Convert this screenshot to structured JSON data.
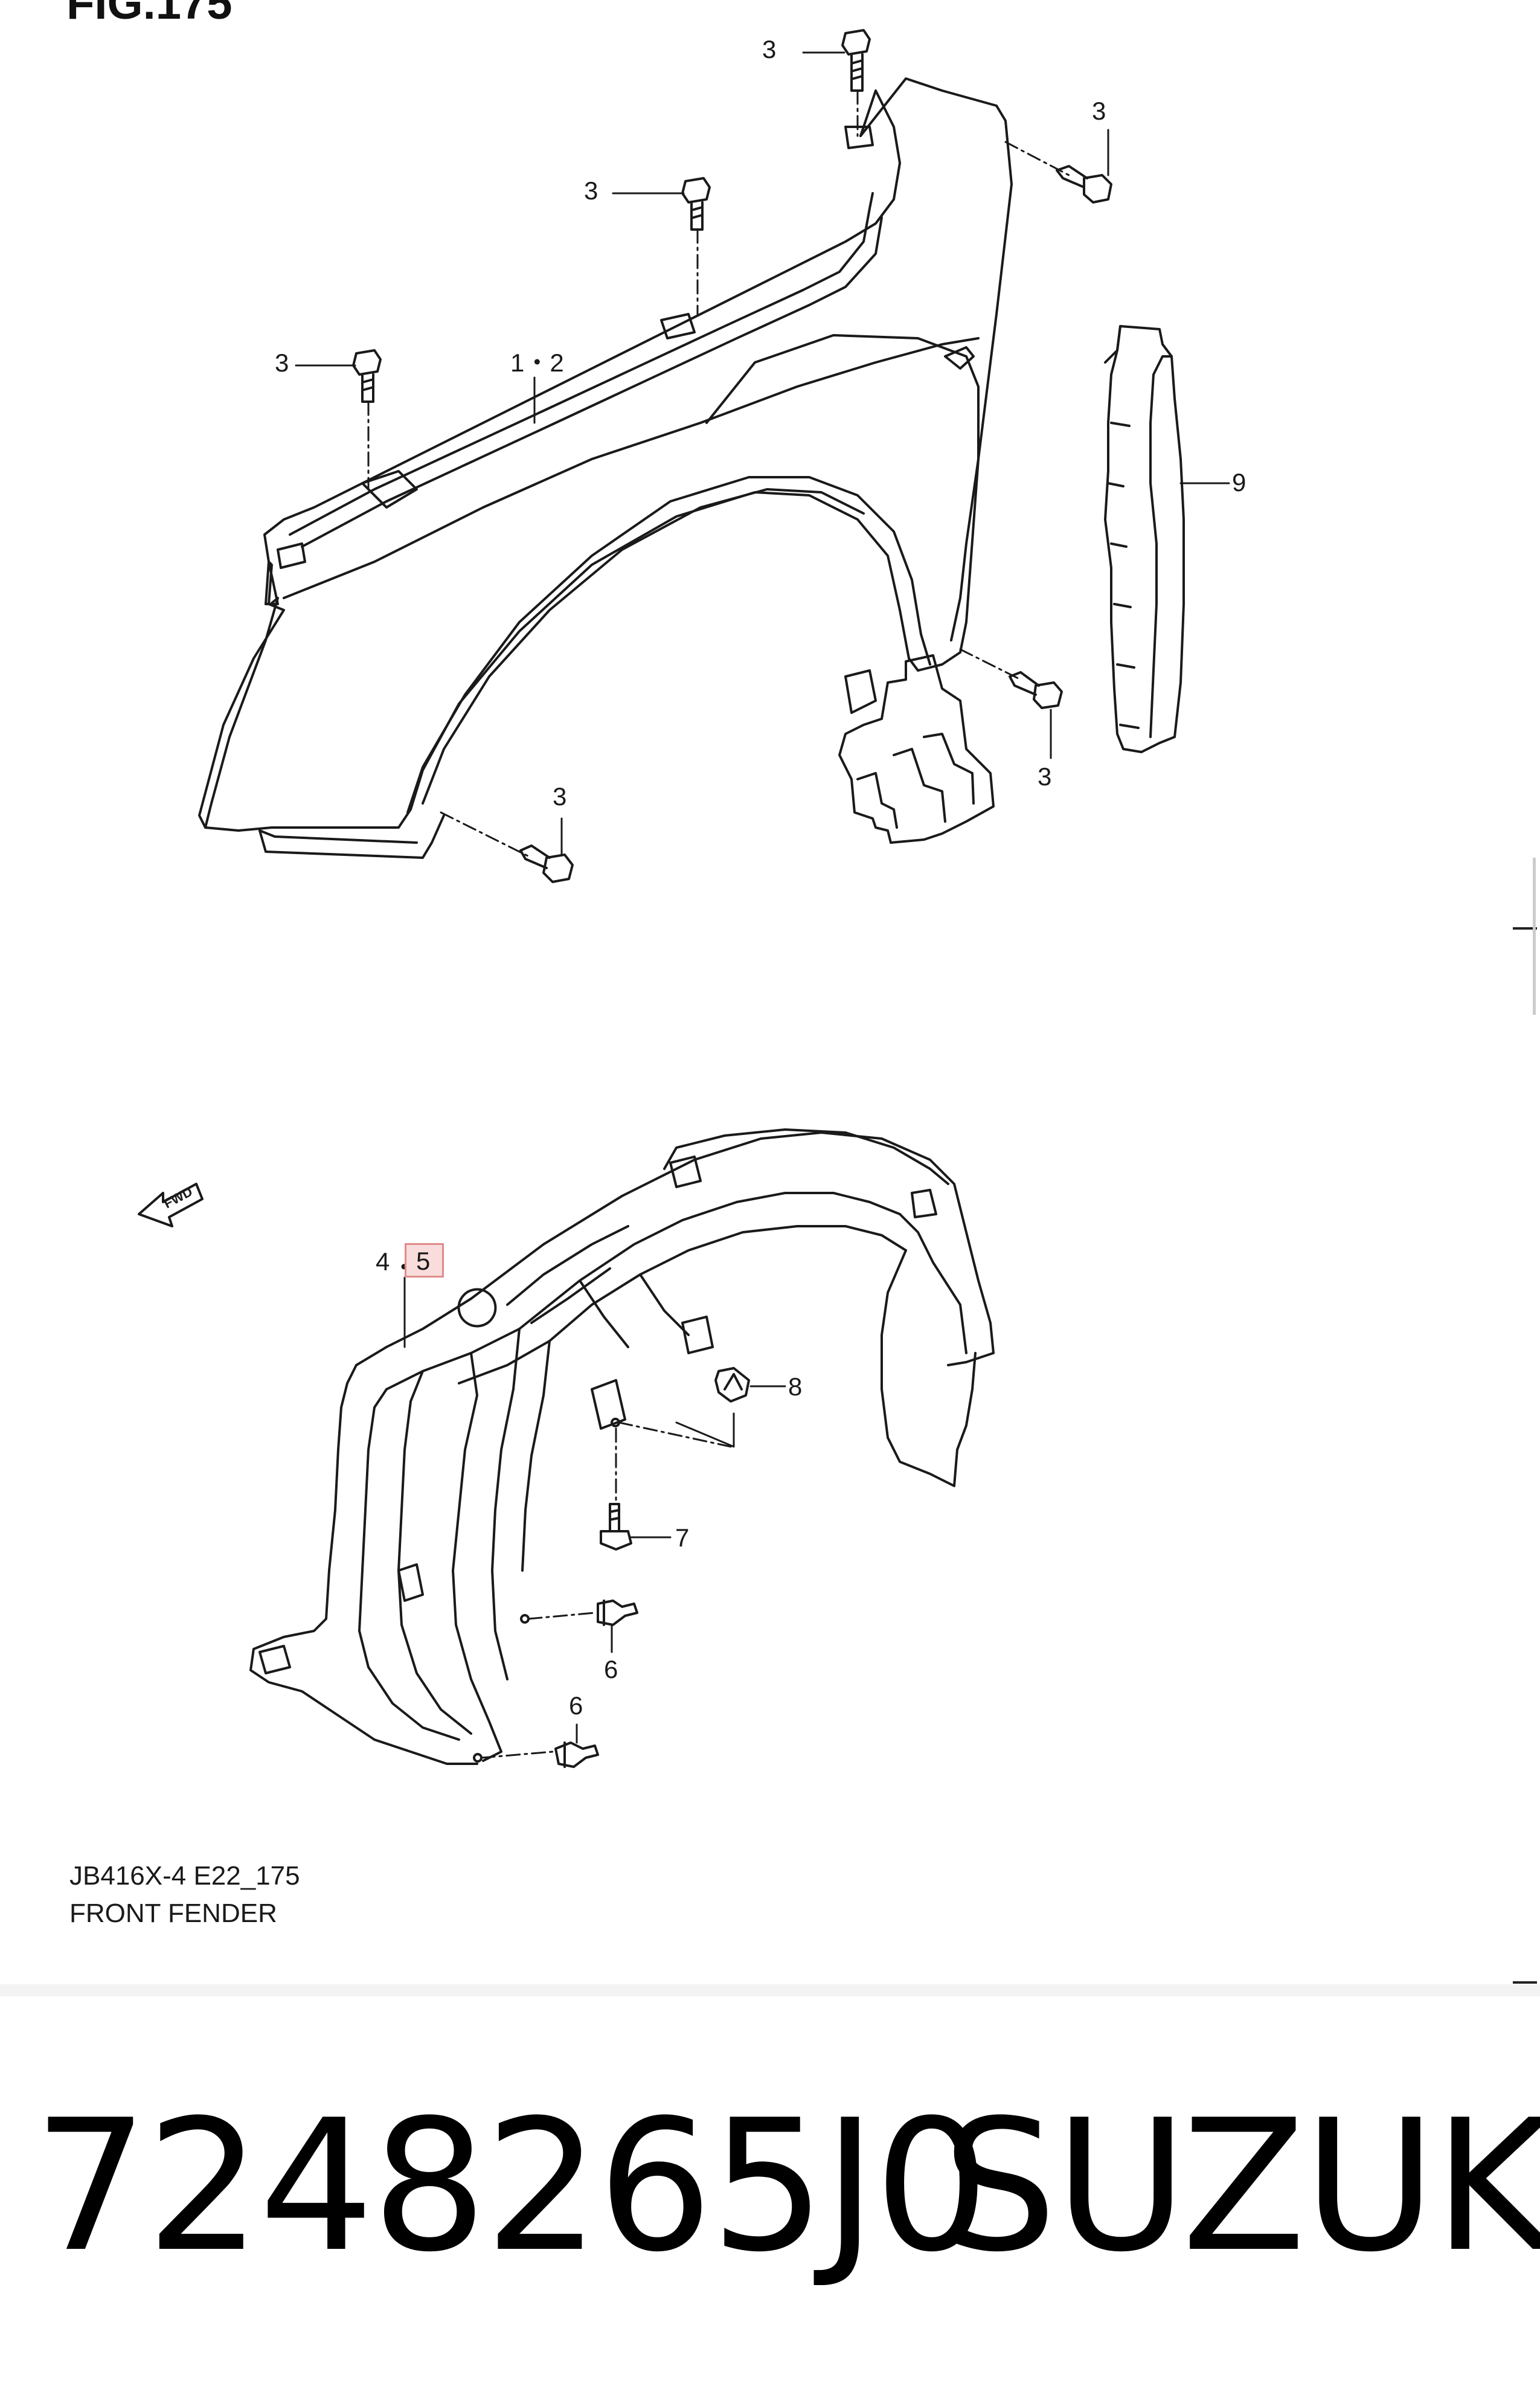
{
  "figure_label": "FIG.175",
  "callouts": {
    "c3_top": "3",
    "c3_right": "3",
    "c3_mid": "3",
    "c3_left": "3",
    "c12": "1・2",
    "c9": "9",
    "c3_lower_right": "3",
    "c3_bottom": "3",
    "c4": "4",
    "c4_sep": "・",
    "c5": "5",
    "c8": "8",
    "c7": "7",
    "c6_a": "6",
    "c6_b": "6"
  },
  "fwd_label": "FWD",
  "diagram_ref": {
    "code": "JB416X-4 E22_175",
    "title": "FRONT FENDER"
  },
  "part_number": "7248265J0",
  "brand": "SUZUKI",
  "colors": {
    "line": "#1a1a1a",
    "highlight_fill": "#f9dcdc",
    "highlight_stroke": "#e08a8a"
  }
}
